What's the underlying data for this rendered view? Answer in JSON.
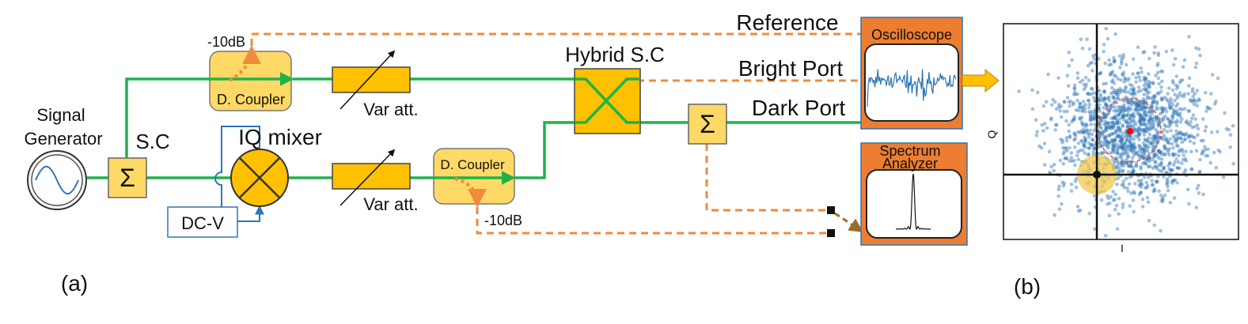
{
  "panel_a": {
    "label": "(a)",
    "signal_generator": [
      "Signal",
      "Generator"
    ],
    "sc_label": "S.C",
    "iq_mixer": "IQ mixer",
    "dcv": "DC-V",
    "d_coupler_top": "D. Coupler",
    "d_coupler_bottom": "D. Coupler",
    "minus10_top": "-10dB",
    "minus10_bottom": "-10dB",
    "var_att_top": "Var att.",
    "var_att_bottom": "Var att.",
    "hybrid": "Hybrid S.C",
    "reference": "Reference",
    "bright_port": "Bright Port",
    "dark_port": "Dark Port",
    "oscilloscope": "Oscilloscope",
    "spectrum_analyzer": [
      "Spectrum",
      "Analyzer"
    ],
    "sigma": "Σ"
  },
  "panel_b": {
    "label": "(b)",
    "xlabel": "I",
    "ylabel": "Q"
  },
  "colors": {
    "green": "#1db34a",
    "orange": "#f08a3c",
    "yellow": "#ffc000",
    "light_yellow": "#ffd966",
    "instrument_orange": "#ed7d31",
    "blue": "#2e75b6"
  }
}
